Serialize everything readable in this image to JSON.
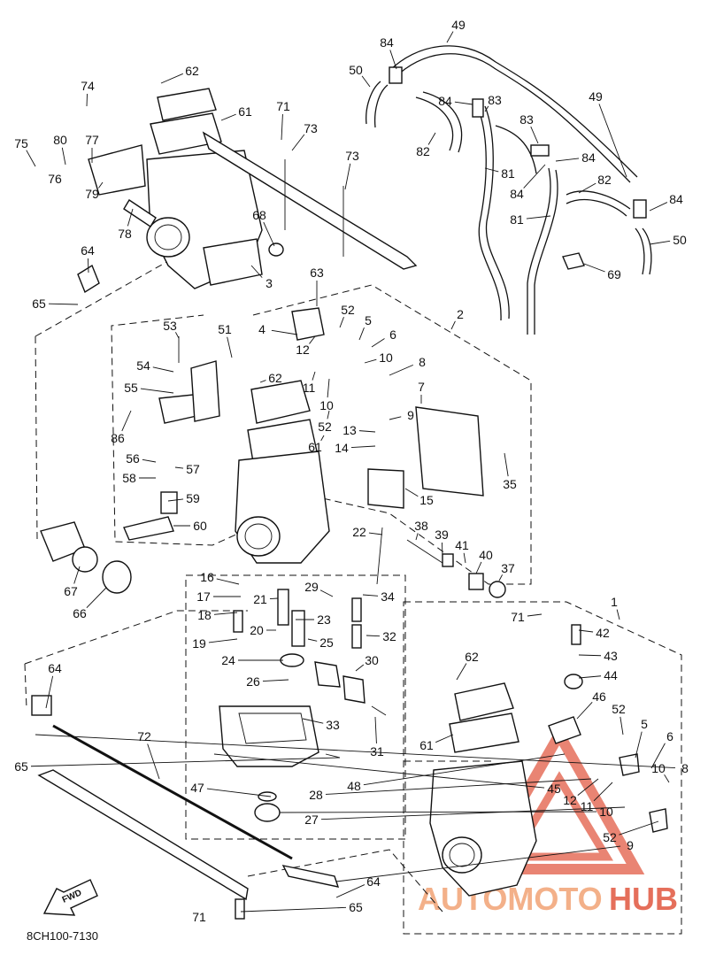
{
  "diagram_code": "8CH100-7130",
  "fwd_label": "FWD",
  "watermark": {
    "part1": "AUTOMOTO",
    "part2": "HUB",
    "color1": "#f3b089",
    "color2": "#e56f5b"
  },
  "callouts": [
    {
      "n": "49"
    },
    {
      "n": "84"
    },
    {
      "n": "50"
    },
    {
      "n": "84"
    },
    {
      "n": "83"
    },
    {
      "n": "83"
    },
    {
      "n": "82"
    },
    {
      "n": "84"
    },
    {
      "n": "81"
    },
    {
      "n": "81"
    },
    {
      "n": "49"
    },
    {
      "n": "84"
    },
    {
      "n": "82"
    },
    {
      "n": "84"
    },
    {
      "n": "50"
    },
    {
      "n": "69"
    },
    {
      "n": "62"
    },
    {
      "n": "74"
    },
    {
      "n": "71"
    },
    {
      "n": "61"
    },
    {
      "n": "73"
    },
    {
      "n": "75"
    },
    {
      "n": "80"
    },
    {
      "n": "77"
    },
    {
      "n": "73"
    },
    {
      "n": "76"
    },
    {
      "n": "79"
    },
    {
      "n": "78"
    },
    {
      "n": "68"
    },
    {
      "n": "64"
    },
    {
      "n": "3"
    },
    {
      "n": "63"
    },
    {
      "n": "65"
    },
    {
      "n": "52"
    },
    {
      "n": "2"
    },
    {
      "n": "53"
    },
    {
      "n": "51"
    },
    {
      "n": "4"
    },
    {
      "n": "5"
    },
    {
      "n": "12"
    },
    {
      "n": "6"
    },
    {
      "n": "10"
    },
    {
      "n": "54"
    },
    {
      "n": "62"
    },
    {
      "n": "8"
    },
    {
      "n": "11"
    },
    {
      "n": "55"
    },
    {
      "n": "7"
    },
    {
      "n": "10"
    },
    {
      "n": "9"
    },
    {
      "n": "86"
    },
    {
      "n": "52"
    },
    {
      "n": "13"
    },
    {
      "n": "61"
    },
    {
      "n": "14"
    },
    {
      "n": "56"
    },
    {
      "n": "57"
    },
    {
      "n": "35"
    },
    {
      "n": "58"
    },
    {
      "n": "15"
    },
    {
      "n": "59"
    },
    {
      "n": "60"
    },
    {
      "n": "38"
    },
    {
      "n": "22"
    },
    {
      "n": "39"
    },
    {
      "n": "41"
    },
    {
      "n": "40"
    },
    {
      "n": "37"
    },
    {
      "n": "16"
    },
    {
      "n": "29"
    },
    {
      "n": "34"
    },
    {
      "n": "67"
    },
    {
      "n": "17"
    },
    {
      "n": "21"
    },
    {
      "n": "66"
    },
    {
      "n": "1"
    },
    {
      "n": "18"
    },
    {
      "n": "23"
    },
    {
      "n": "71"
    },
    {
      "n": "20"
    },
    {
      "n": "42"
    },
    {
      "n": "32"
    },
    {
      "n": "19"
    },
    {
      "n": "25"
    },
    {
      "n": "62"
    },
    {
      "n": "43"
    },
    {
      "n": "30"
    },
    {
      "n": "24"
    },
    {
      "n": "64"
    },
    {
      "n": "44"
    },
    {
      "n": "26"
    },
    {
      "n": "46"
    },
    {
      "n": "52"
    },
    {
      "n": "5"
    },
    {
      "n": "33"
    },
    {
      "n": "6"
    },
    {
      "n": "72"
    },
    {
      "n": "31"
    },
    {
      "n": "61"
    },
    {
      "n": "10"
    },
    {
      "n": "8"
    },
    {
      "n": "65"
    },
    {
      "n": "48"
    },
    {
      "n": "45"
    },
    {
      "n": "47"
    },
    {
      "n": "28"
    },
    {
      "n": "12"
    },
    {
      "n": "11"
    },
    {
      "n": "10"
    },
    {
      "n": "27"
    },
    {
      "n": "52"
    },
    {
      "n": "9"
    },
    {
      "n": "64"
    },
    {
      "n": "65"
    },
    {
      "n": "71"
    }
  ]
}
